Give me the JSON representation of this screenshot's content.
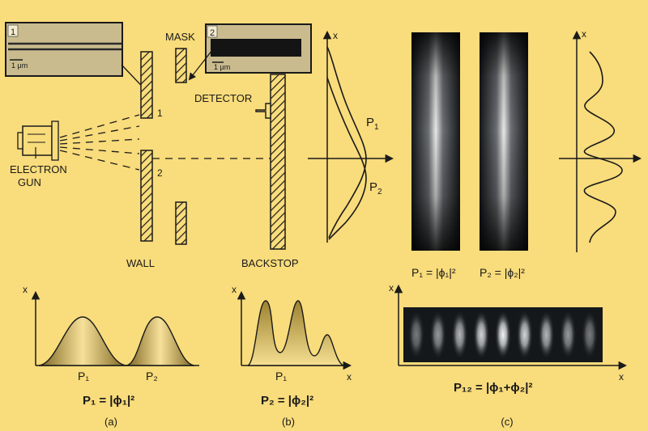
{
  "inset1": {
    "number": "1",
    "scale": "1 μm"
  },
  "inset2": {
    "number": "2",
    "scale": "1 μm"
  },
  "labels": {
    "mask": "MASK",
    "detector": "DETECTOR",
    "electron": "ELECTRON",
    "gun": "GUN",
    "wall": "WALL",
    "backstop": "BACKSTOP",
    "slit1": "1",
    "slit2": "2"
  },
  "axis": {
    "x": "x"
  },
  "curves": {
    "p1": "P",
    "p1_sub": "1",
    "p2": "P",
    "p2_sub": "2"
  },
  "strips": {
    "left_eq": "P₁ = |ϕ₁|²",
    "right_eq": "P₂ = |ϕ₂|²",
    "wide_eq": "P₁₂ = |ϕ₁+ϕ₂|²"
  },
  "panel_a": {
    "peak1": "P₁",
    "peak2": "P₂",
    "eq": "P₁ = |ϕ₁|²",
    "caption": "(a)"
  },
  "panel_b": {
    "peak": "P₁",
    "eq": "P₂ = |ϕ₂|²",
    "caption": "(b)"
  },
  "panel_c": {
    "caption": "(c)"
  },
  "colors": {
    "background": "#f9dc7b",
    "ink": "#1a1a1a",
    "inset": "#c9bb8e",
    "hatch": "#1a1a1a"
  }
}
